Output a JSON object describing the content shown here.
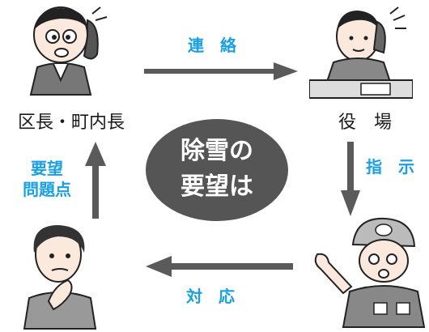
{
  "colors": {
    "accent": "#1aa0e0",
    "arrow": "#5a5a5a",
    "center_fill": "#555555",
    "center_text": "#ffffff"
  },
  "nodes": {
    "top_left": {
      "label": "区長・町内長",
      "icon": "person-on-phone-icon"
    },
    "top_right": {
      "label": "役　場",
      "icon": "office-worker-on-phone-icon"
    },
    "bottom_left": {
      "icon": "thinking-resident-icon"
    },
    "bottom_right": {
      "icon": "construction-worker-icon"
    }
  },
  "center": {
    "line1": "除雪の",
    "line2": "要望は"
  },
  "arrows": {
    "top": {
      "label": "連　絡",
      "direction": "right"
    },
    "right": {
      "label": "指　示",
      "direction": "down"
    },
    "bottom": {
      "label": "対　応",
      "direction": "left"
    },
    "left": {
      "line1": "要望",
      "line2": "問題点",
      "direction": "up"
    }
  }
}
